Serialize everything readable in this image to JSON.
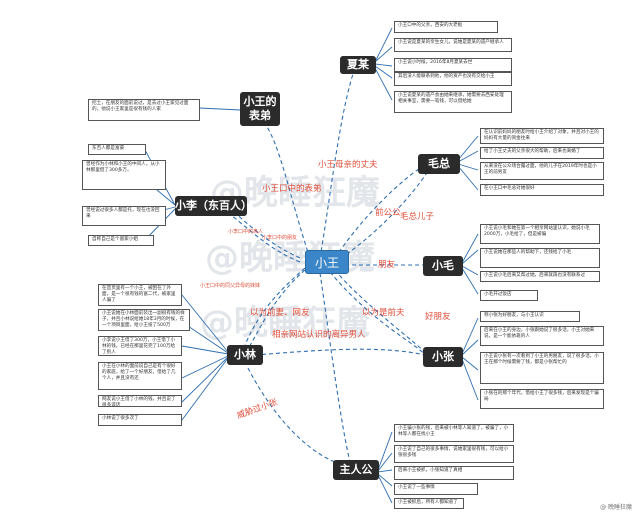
{
  "center": {
    "label": "小王"
  },
  "nodes": {
    "xiamou": "夏某",
    "biaodi": "小王的\n表弟",
    "maozong": "毛总",
    "xiaoli": "小李（东百人）",
    "xiaomao": "小毛",
    "xiaolin": "小林",
    "xiaozhang": "小张",
    "zhurengong": "主人公"
  },
  "relations": {
    "xiamou": "小王母亲的丈夫",
    "biaodi": "小王口中的表弟",
    "maozong_a": "前公公",
    "maozong_b": "毛总儿子",
    "xiaomao": "朋友",
    "xiaoli_small": "小李口中的高人",
    "xiaoli_small2": "小李口中的朋友",
    "xiaolin_small": "小王口中的同父异母的妹妹",
    "xiaolin": "以为前妻、网友",
    "xiaozhang_a": "以为是前夫",
    "xiaozhang_b": "好朋友",
    "xiaozhang_c": "相亲网站认识的离异男人",
    "zhurengong": "威胁过小张"
  },
  "watermark": "@晚睡狂魔",
  "notes": {
    "xiamou": [
      "小王口中的父亲，西安的大老板",
      "小王说是夏某的亲生女儿，说她是夏某的遗产继承人",
      "小王说小时候，2016年8月夏某去世",
      "其后没人能联系到他，他的资产也没有交给小王",
      "小王说夏某的遗产会由她来继承，她需要去西安处理相关事宜，需要一笔钱，可以借给她"
    ],
    "biaodi": [
      "挖土，在朋友的面前说过，是去过小王家见过面的，他说小王家里是很有钱的人家"
    ],
    "maozong": [
      "在认识前妈妈的朋友时给小王介绍了对象，并且对小王的妈妈有大量的资金往来",
      "给了小王丈夫的父亲很大的帮助，后来也离婚了",
      "从来没在公众场合露过面，他的儿子在2019年时也是小王的前男友",
      "在小王口中毛总对她很好"
    ],
    "xiaoli": [
      "东百人都是富豪",
      "曾经作为小林和小王的中间人，从小林那里借了300多万，",
      "曾经说过很多人都是托，现在也没回来",
      "自称自己是个富家小姐"
    ],
    "xiaomao": [
      "小王说小毛和她在第一个相亲网站里认识，她说小毛2000万，小毛给了，但是被骗",
      "小王说她在那些人的帮助下，还钱给了小毛",
      "小王说小毛后来又帮过她，后来就再也没有联系过",
      "小毛开过饭店"
    ],
    "xiaolin": [
      "在首页里有一个小王，被困在了外面，是一个很有钱的富二代，被家里人骗了",
      "小王说她在小林面前装出一副很有钱的样子，并且小林说给她18年3月的时候，在一个项目里面，给小王投了500万",
      "小李说小王借了300万，小王借了小林的钱，已经在那里花完了100万给了别人",
      "小王在小林的面前说自己是有个很好的家庭，给了一个好朋友，借给了几个人，并且没有还",
      "网友说小王借了小林的钱，并且说了很多谎话",
      "小林说了很多次了"
    ],
    "xiaozhang": [
      "称小张为好朋友，与小王认识",
      "后来在小王的身边，小张跟她说了很多话，小王对她来说，是一个能依靠的人",
      "小王说小张有一次看到了小王的男朋友，说了很多话，小王在那个时候需要了钱，都是小张帮忙的",
      "小张在的那个年代，借给小王了很多钱，后来发现是个骗局"
    ],
    "zhurengong": [
      "小王骗小张的钱，后来被小林等人知道了，被骗了，小林等人都在找小王",
      "小王说了自己的很多事情，说她家里很有钱，可以给小张很多钱",
      "后来小王被抓，小张知道了真相",
      "小王说了一些事情",
      "小王被抓后，所有人都知道了"
    ]
  },
  "footer": "@ 晚睡狂魔",
  "colors": {
    "center": "#3a86c8",
    "node": "#2b2b2b",
    "link": "#2f6fb0",
    "relation": "#e0503c"
  }
}
